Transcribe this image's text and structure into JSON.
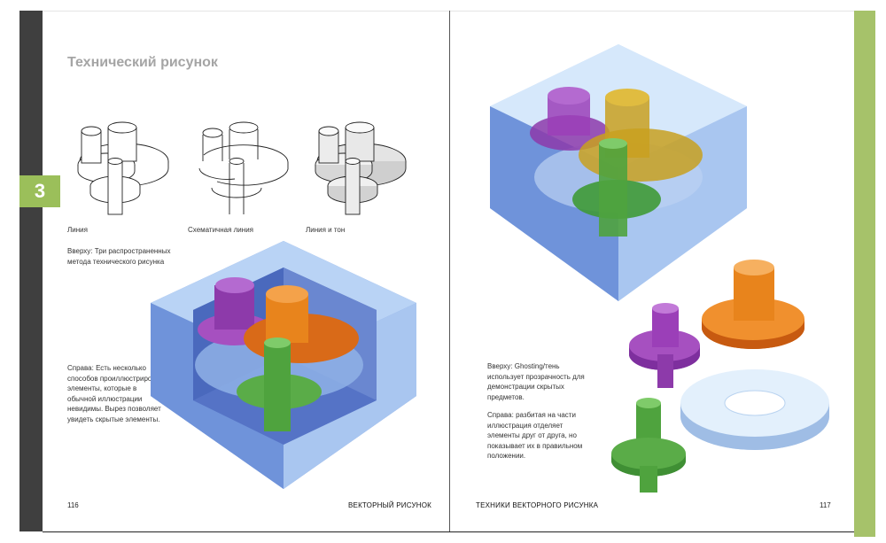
{
  "chapter_number": "3",
  "left_page": {
    "title": "Технический рисунок",
    "styles": [
      {
        "caption": "Линия"
      },
      {
        "caption": "Схематичная линия"
      },
      {
        "caption": "Линия и тон"
      }
    ],
    "caption_top": "Вверху: Три распространенных метода технического рисунка",
    "caption_right": "Справа: Есть несколько способов проиллюстрировать элементы, которые в обычной иллюстрации невидимы. Вырез позволяет увидеть скрытые элементы.",
    "page_number": "116",
    "running_head": "ВЕКТОРНЫЙ РИСУНОК"
  },
  "right_page": {
    "caption_ghosting": "Вверху: Ghosting/тень использует прозрачность для демонстрации скрытых предметов.",
    "caption_exploded": "Справа: разбитая на части иллюстрация отделяет элементы друг от друга, но показывает их в правильном положении.",
    "page_number": "117",
    "running_head": "ТЕХНИКИ ВЕКТОРНОГО РИСУНКА"
  },
  "colors": {
    "purple": "#9b3fb8",
    "orange": "#e8841c",
    "green": "#4fa33e",
    "blue_cube": "#8fb2e6",
    "light_blue": "#d6e8fb",
    "chapter_green": "#9bbf5a"
  }
}
